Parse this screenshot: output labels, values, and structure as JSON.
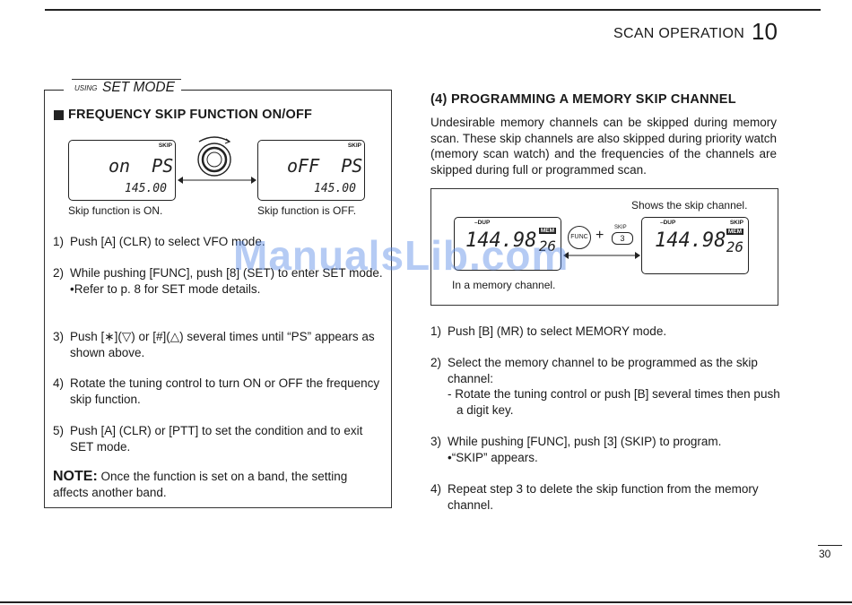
{
  "header": {
    "section": "SCAN OPERATION",
    "chapter": "10"
  },
  "left": {
    "using": "USING",
    "mode": "SET MODE",
    "heading": "FREQUENCY SKIP FUNCTION ON/OFF",
    "lcd_on": {
      "skip": "SKIP",
      "main": "on  PS",
      "freq": "145.00"
    },
    "lcd_off": {
      "skip": "SKIP",
      "main": "oFF  PS",
      "freq": "145.00"
    },
    "caption_on": "Skip function is ON.",
    "caption_off": "Skip function is OFF.",
    "steps": [
      {
        "n": "1)",
        "text": "Push [A] (CLR) to select VFO mode."
      },
      {
        "n": "2)",
        "text": "While pushing [FUNC], push [8] (SET) to enter SET mode.",
        "bullet": "Refer to p. 8 for SET mode details."
      },
      {
        "n": "3)",
        "text": "Push [∗](▽) or [#](△) several times until “PS” appears as shown above."
      },
      {
        "n": "4)",
        "text": "Rotate the tuning control to turn ON or OFF the frequency skip function."
      },
      {
        "n": "5)",
        "text": "Push [A] (CLR) or [PTT] to set the condition and to exit SET mode."
      }
    ],
    "note_label": "NOTE:",
    "note_text": "Once the function is set on a band, the setting affects another band."
  },
  "right": {
    "heading": "(4) PROGRAMMING A MEMORY SKIP CHANNEL",
    "intro": "Undesirable memory channels can be skipped during memory scan. These skip channels are also skipped during priority watch (memory scan watch) and the frequencies of the channels are skipped during full or programmed scan.",
    "fig_top_caption": "Shows the skip channel.",
    "fig_bottom_caption": "In a memory channel.",
    "lcd_a": {
      "dup": "–DUP",
      "freq": "144.98",
      "ch": "26",
      "mem": "MEM"
    },
    "lcd_b": {
      "dup": "–DUP",
      "skip": "SKIP",
      "freq": "144.98",
      "ch": "26",
      "mem": "MEM"
    },
    "func_key": "FUNC",
    "skip_key": "SKIP",
    "key_3": "3",
    "steps": [
      {
        "n": "1)",
        "text": "Push [B] (MR) to select MEMORY mode."
      },
      {
        "n": "2)",
        "text": "Select the memory channel to be programmed as the skip channel:",
        "dash": "Rotate the tuning control or push [B] several times then push a digit key."
      },
      {
        "n": "3)",
        "text": "While pushing [FUNC], push [3] (SKIP) to program.",
        "bullet": "“SKIP” appears."
      },
      {
        "n": "4)",
        "text": "Repeat step 3 to delete the skip function from the memory channel."
      }
    ]
  },
  "page_number": "30",
  "watermark": "ManualsLib.com"
}
